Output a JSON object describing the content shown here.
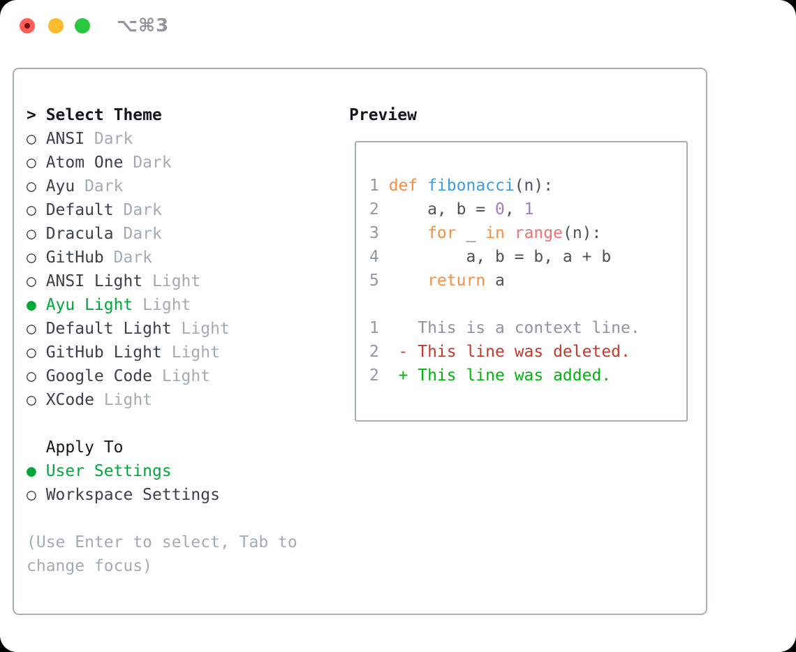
{
  "titlebar": {
    "shortcut": "⌥⌘3"
  },
  "icons": {
    "radio_unselected": "○",
    "radio_selected": "●",
    "header_caret": ">"
  },
  "panel": {
    "theme_selector": {
      "header": "Select Theme",
      "items": [
        {
          "name": "ANSI",
          "variant": "Dark",
          "selected": false
        },
        {
          "name": "Atom One",
          "variant": "Dark",
          "selected": false
        },
        {
          "name": "Ayu",
          "variant": "Dark",
          "selected": false
        },
        {
          "name": "Default",
          "variant": "Dark",
          "selected": false
        },
        {
          "name": "Dracula",
          "variant": "Dark",
          "selected": false
        },
        {
          "name": "GitHub",
          "variant": "Dark",
          "selected": false
        },
        {
          "name": "ANSI Light",
          "variant": "Light",
          "selected": false
        },
        {
          "name": "Ayu Light",
          "variant": "Light",
          "selected": true
        },
        {
          "name": "Default Light",
          "variant": "Light",
          "selected": false
        },
        {
          "name": "GitHub Light",
          "variant": "Light",
          "selected": false
        },
        {
          "name": "Google Code",
          "variant": "Light",
          "selected": false
        },
        {
          "name": "XCode",
          "variant": "Light",
          "selected": false
        }
      ]
    },
    "apply_to": {
      "header": "Apply To",
      "options": [
        {
          "label": "User Settings",
          "selected": true
        },
        {
          "label": "Workspace Settings",
          "selected": false
        }
      ]
    },
    "help_text": "(Use Enter to select, Tab to change focus)",
    "preview": {
      "header": "Preview",
      "code_lines": [
        {
          "num": "1",
          "segments": [
            {
              "text": "def "
            },
            {
              "text": "fibonacci"
            },
            {
              "text": "(n):"
            }
          ]
        },
        {
          "num": "2",
          "segments": [
            {
              "text": "    a, b = "
            },
            {
              "text": "0"
            },
            {
              "text": ", "
            },
            {
              "text": "1"
            }
          ]
        },
        {
          "num": "3",
          "segments": [
            {
              "text": "    "
            },
            {
              "text": "for"
            },
            {
              "text": " _ "
            },
            {
              "text": "in"
            },
            {
              "text": " "
            },
            {
              "text": "range"
            },
            {
              "text": "(n):"
            }
          ]
        },
        {
          "num": "4",
          "segments": [
            {
              "text": "        a, b = b, a + b"
            }
          ]
        },
        {
          "num": "5",
          "segments": [
            {
              "text": "    "
            },
            {
              "text": "return"
            },
            {
              "text": " a"
            }
          ]
        }
      ],
      "diff_lines": [
        {
          "num": "1",
          "kind": "context",
          "text": "   This is a context line."
        },
        {
          "num": "2",
          "kind": "deleted",
          "text": " - This line was deleted."
        },
        {
          "num": "2",
          "kind": "added",
          "text": " + This line was added."
        }
      ]
    }
  },
  "colors": {
    "ink": "#14181c",
    "item": "#3b4149",
    "muted": "#a3abb6",
    "border": "#a5adb8",
    "green": "#00a83a",
    "kw": "#fa8d3e",
    "fn": "#399ee6",
    "call": "#f07171",
    "num_lit": "#a37acc",
    "code_fg": "#4c5258",
    "ln": "#9199a1",
    "ctx": "#8e959d",
    "diff_del": "#c3392c",
    "diff_add": "#00b40c",
    "red_light": "#ff5f57",
    "red_dot": "#7c0f05",
    "yellow_light": "#febc2e",
    "green_light": "#28c840",
    "shortcut": "#8f959b"
  }
}
